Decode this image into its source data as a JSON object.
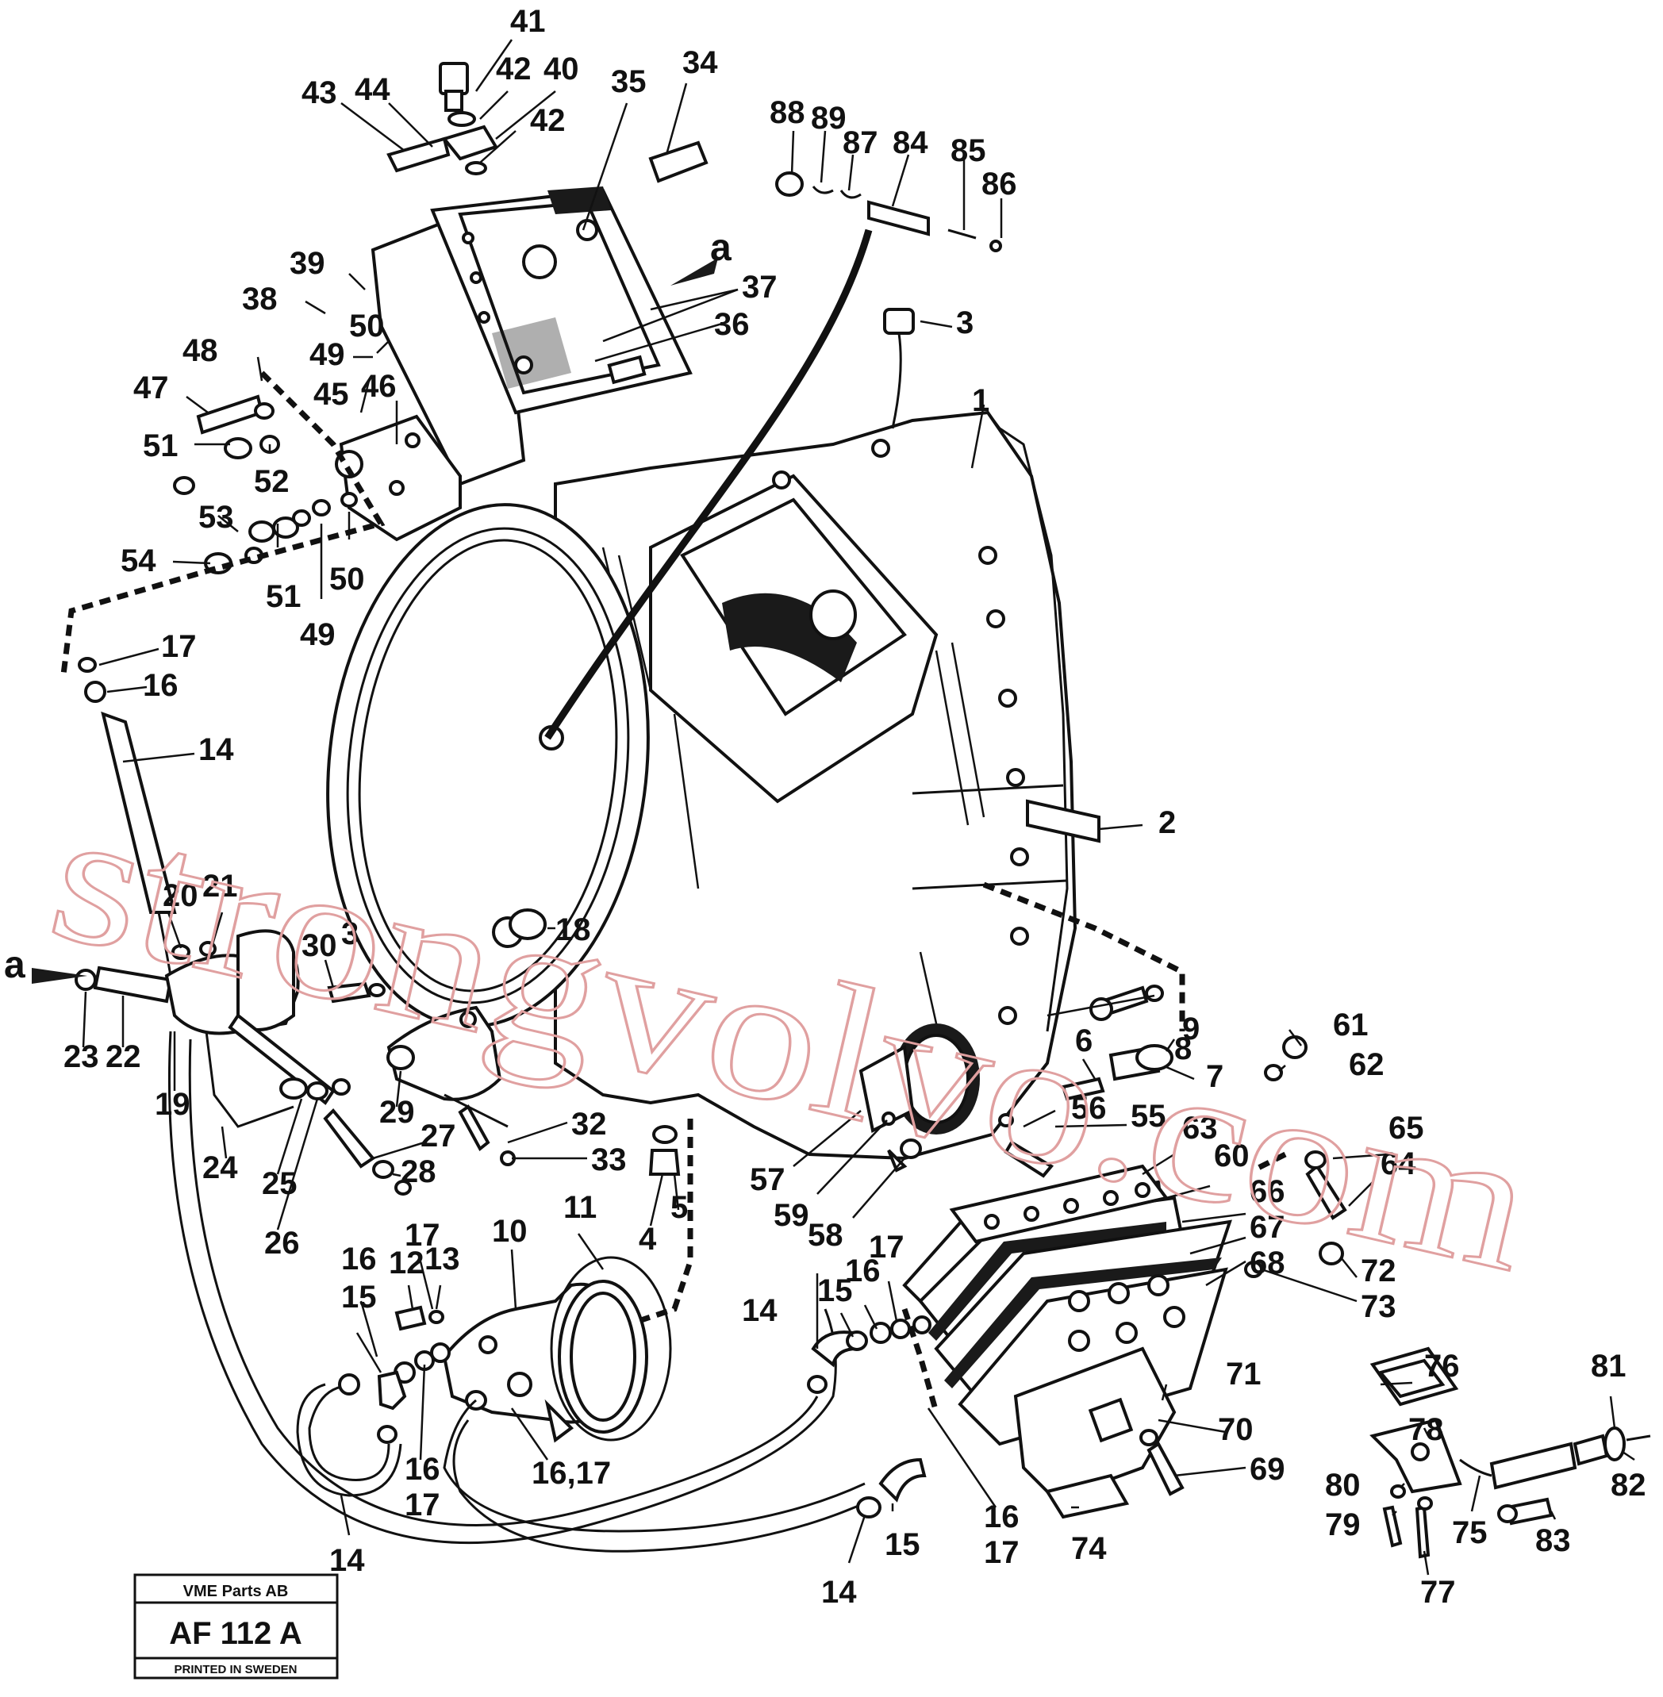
{
  "diagram": {
    "callouts": [
      "41",
      "42",
      "40",
      "43",
      "44",
      "42",
      "35",
      "34",
      "88",
      "89",
      "87",
      "84",
      "85",
      "86",
      "a",
      "37",
      "36",
      "39",
      "38",
      "50",
      "49",
      "3",
      "46",
      "48",
      "47",
      "45",
      "1",
      "51",
      "52",
      "53",
      "54",
      "51",
      "50",
      "49",
      "17",
      "16",
      "14",
      "2",
      "20",
      "21",
      "30",
      "3",
      "18",
      "a",
      "9",
      "61",
      "62",
      "6",
      "8",
      "7",
      "23",
      "22",
      "19",
      "24",
      "25",
      "26",
      "29",
      "27",
      "28",
      "32",
      "33",
      "4",
      "5",
      "56",
      "55",
      "63",
      "60",
      "65",
      "64",
      "57",
      "59",
      "58",
      "66",
      "67",
      "68",
      "72",
      "73",
      "11",
      "10",
      "17",
      "16",
      "12",
      "13",
      "15",
      "14",
      "15",
      "16",
      "17",
      "71",
      "76",
      "81",
      "70",
      "69",
      "16",
      "17",
      "16,17",
      "14",
      "15",
      "16",
      "17",
      "74",
      "80",
      "78",
      "82",
      "79",
      "75",
      "83",
      "77",
      "14",
      "14"
    ],
    "watermark": "strongvolvo.com"
  },
  "title_block": {
    "company": "VME Parts AB",
    "drawing_number": "AF 112 A",
    "printed_note": "PRINTED IN SWEDEN"
  },
  "colors": {
    "ink": "#111111",
    "watermark": "#e0a0a0",
    "paper": "#ffffff"
  }
}
